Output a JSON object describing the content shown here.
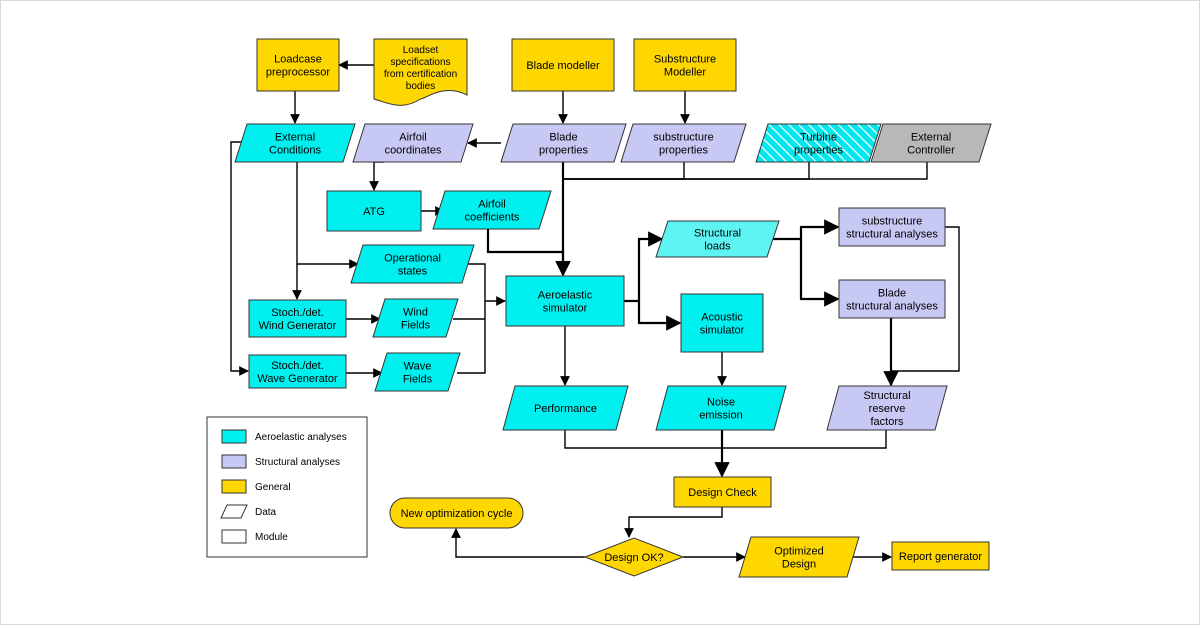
{
  "colors": {
    "aero": "#00f0f0",
    "aero_light": "#5ff4f4",
    "struct": "#c8c8f4",
    "general": "#ffd700",
    "ext": "#b8b8b8",
    "white": "#ffffff"
  },
  "nodes": {
    "loadcase": [
      "Loadcase",
      "preprocessor"
    ],
    "loadset": [
      "Loadset",
      "specifications",
      "from certification",
      "bodies"
    ],
    "blade_modeller": [
      "Blade modeller"
    ],
    "substructure_modeller": [
      "Substructure",
      "Modeller"
    ],
    "external_conditions": [
      "External",
      "Conditions"
    ],
    "airfoil_coordinates": [
      "Airfoil",
      "coordinates"
    ],
    "blade_properties": [
      "Blade",
      "properties"
    ],
    "substructure_properties": [
      "substructure",
      "properties"
    ],
    "turbine_properties": [
      "Turbine",
      "properties"
    ],
    "external_controller": [
      "External",
      "Controller"
    ],
    "atg": [
      "ATG"
    ],
    "airfoil_coefficients": [
      "Airfoil",
      "coefficients"
    ],
    "structural_loads": [
      "Structural",
      "loads"
    ],
    "substructure_analyses": [
      "substructure",
      "structural analyses"
    ],
    "operational_states": [
      "Operational",
      "states"
    ],
    "aeroelastic_simulator": [
      "Aeroelastic",
      "simulator"
    ],
    "blade_analyses": [
      "Blade",
      "structural analyses"
    ],
    "wind_generator": [
      "Stoch./det.",
      "Wind Generator"
    ],
    "wind_fields": [
      "Wind",
      "Fields"
    ],
    "acoustic_simulator": [
      "Acoustic",
      "simulator"
    ],
    "wave_generator": [
      "Stoch./det.",
      "Wave Generator"
    ],
    "wave_fields": [
      "Wave",
      "Fields"
    ],
    "performance": [
      "Performance"
    ],
    "noise_emission": [
      "Noise",
      "emission"
    ],
    "reserve_factors": [
      "Structural",
      "reserve",
      "factors"
    ],
    "design_check": [
      "Design Check"
    ],
    "new_cycle": [
      "New optimization cycle"
    ],
    "design_ok": [
      "Design OK?"
    ],
    "optimized_design": [
      "Optimized",
      "Design"
    ],
    "report_generator": [
      "Report generator"
    ]
  },
  "legend": [
    {
      "label": "Aeroelastic analyses",
      "color": "#00f0f0",
      "shape": "rect"
    },
    {
      "label": "Structural analyses",
      "color": "#c8c8f4",
      "shape": "rect"
    },
    {
      "label": "General",
      "color": "#ffd700",
      "shape": "rect"
    },
    {
      "label": "Data",
      "color": "#ffffff",
      "shape": "parallelogram"
    },
    {
      "label": "Module",
      "color": "#ffffff",
      "shape": "rect"
    }
  ]
}
